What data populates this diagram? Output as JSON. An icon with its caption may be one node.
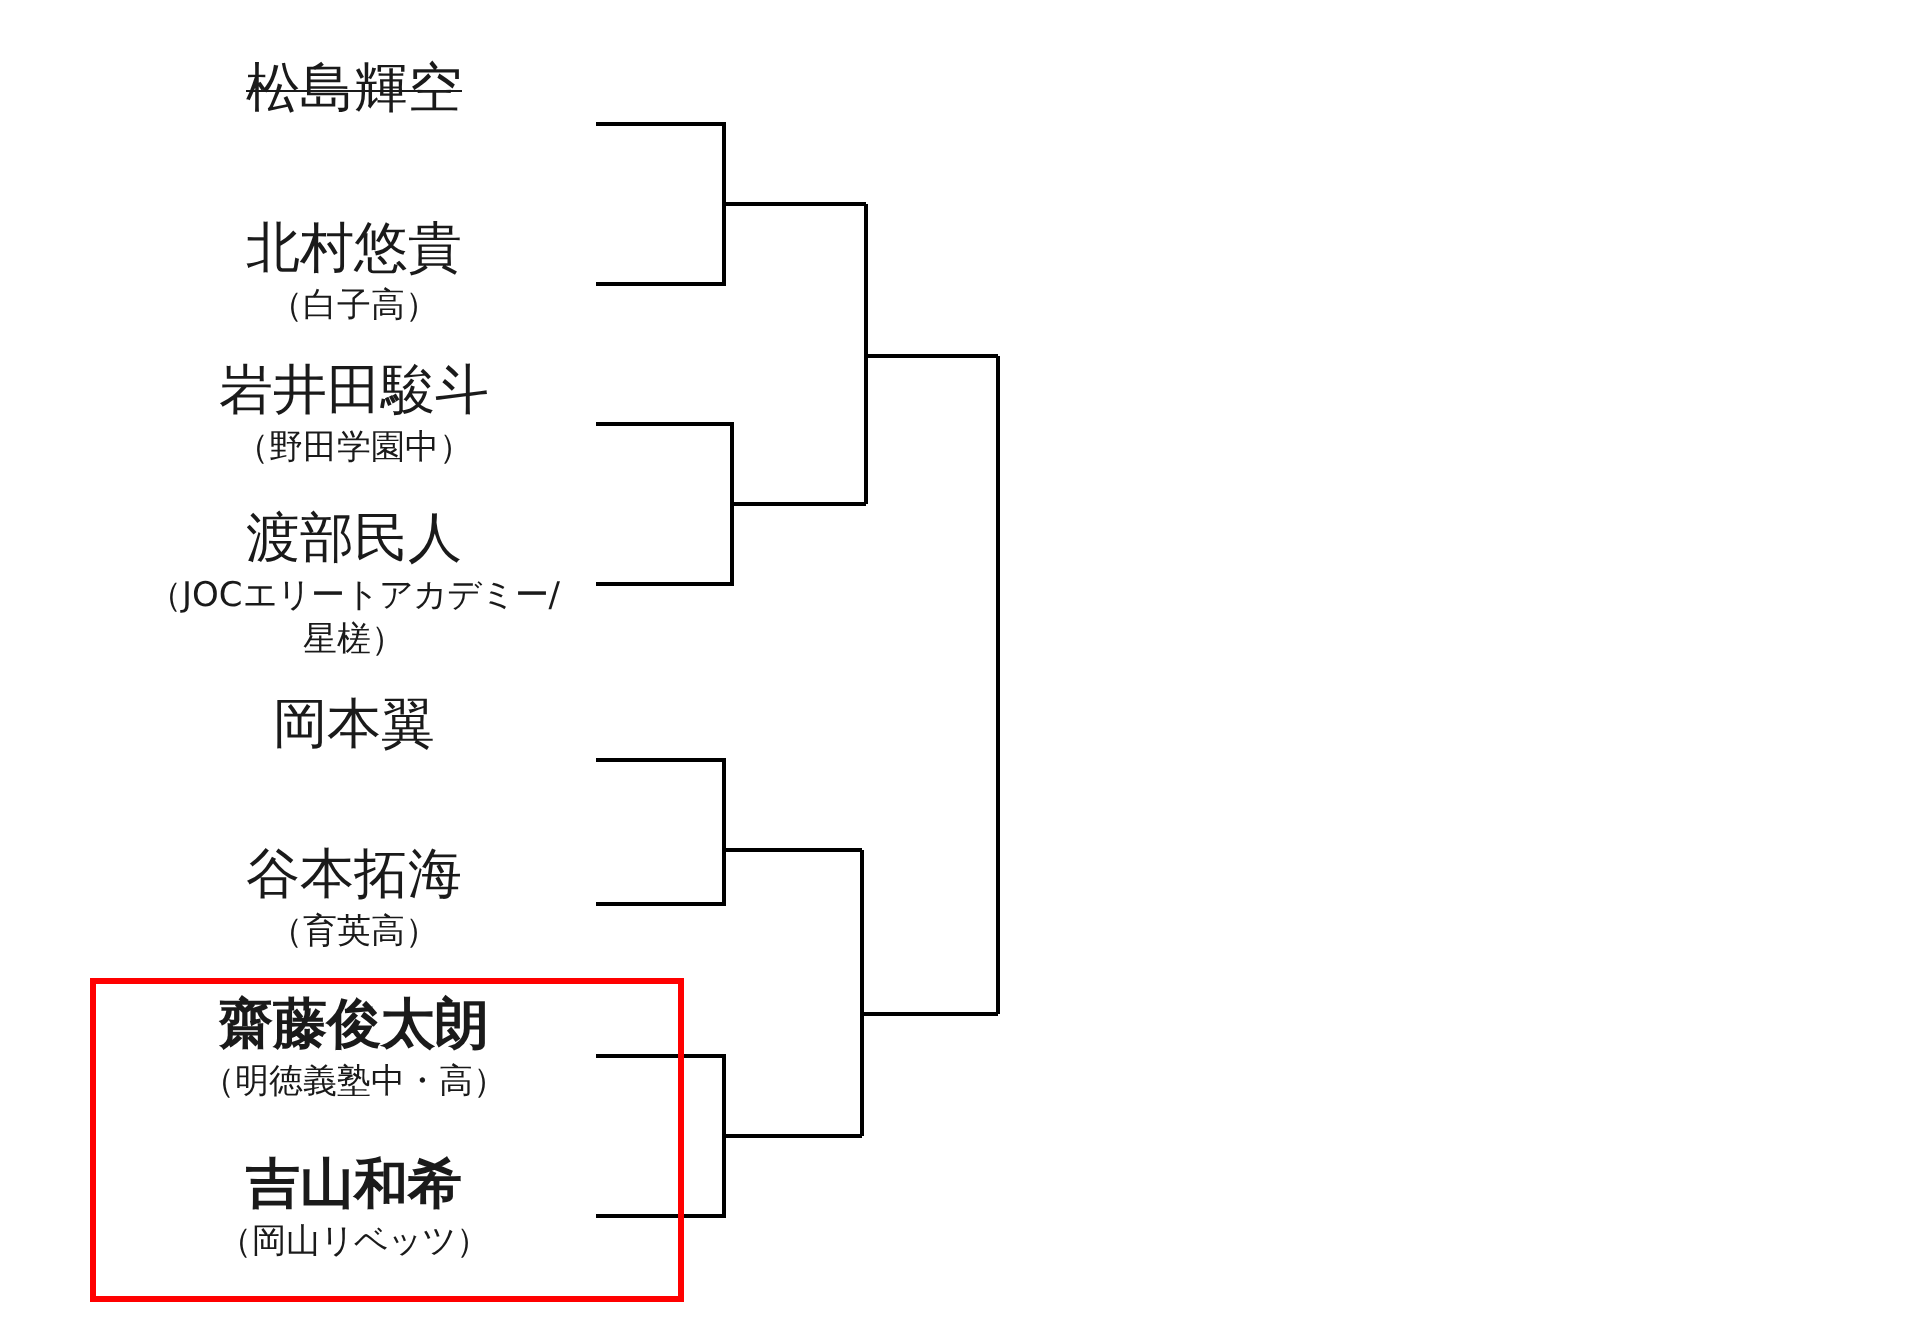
{
  "diagram": {
    "nodes": [
      {
        "text": [
          "松島輝空"
        ]
      },
      {
        "text": [
          "北村悠貴",
          "（白子高）"
        ]
      },
      {
        "text": [
          "岩井田駿斗",
          "（野田学園中）"
        ]
      },
      {
        "text": [
          "渡部民人",
          "（JOCエリートアカデミー/星槎）"
        ]
      },
      {
        "text": [
          "岡本翼"
        ]
      },
      {
        "text": [
          "谷本拓海",
          "（育英高）"
        ]
      },
      {
        "text": [],
        "shape": "box"
      },
      {
        "text": [
          "齋藤俊太朗",
          "（明徳義塾中・高）"
        ],
        "in": 6
      },
      {
        "text": [
          "吉山和希",
          "（岡山リベッツ）"
        ],
        "in": 6
      }
    ]
  }
}
